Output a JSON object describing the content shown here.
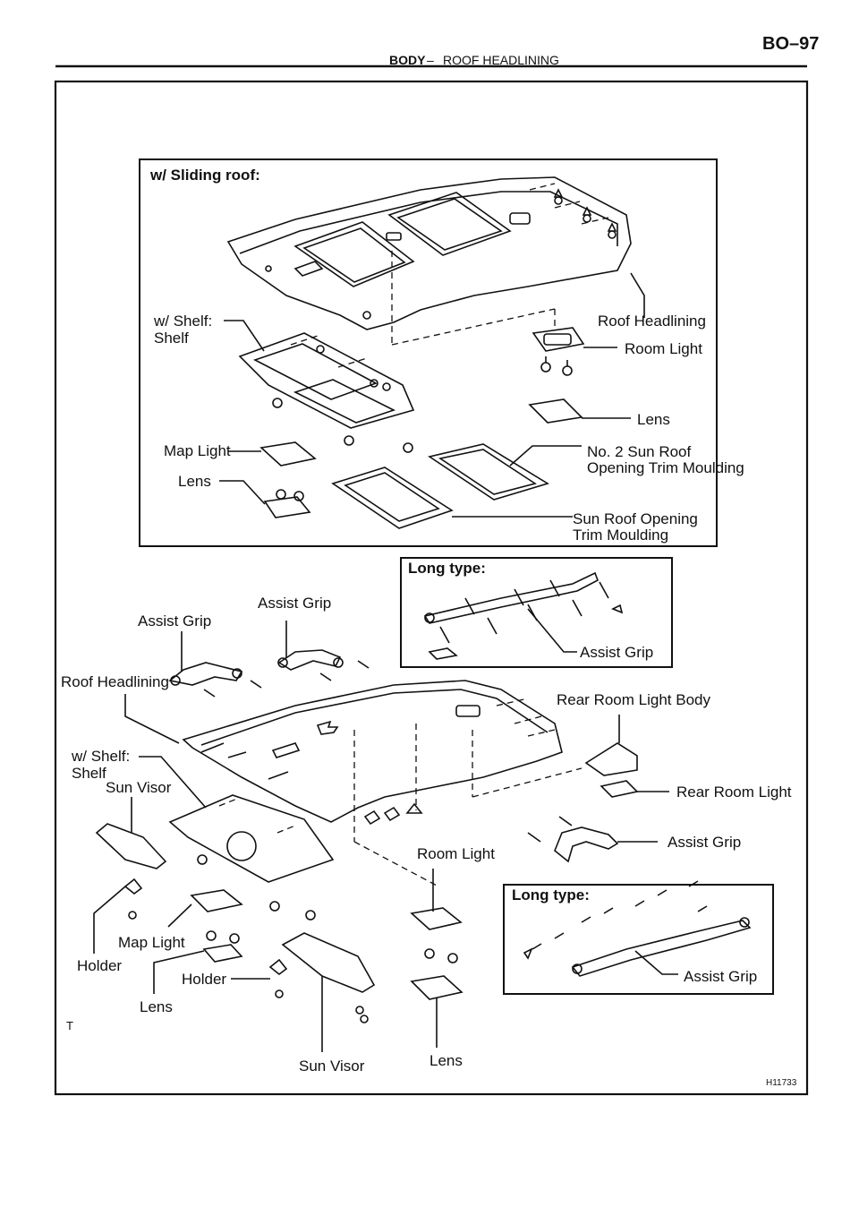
{
  "header": {
    "section": "BODY",
    "separator": "–",
    "subsection": "ROOF HEADLINING",
    "page_code": "BO–97"
  },
  "sliding_roof_box": {
    "title": "w/ Sliding roof:",
    "labels": {
      "roof_headlining": "Roof Headlining",
      "room_light": "Room Light",
      "lens_right": "Lens",
      "shelf_cond": "w/ Shelf:",
      "shelf": "Shelf",
      "map_light": "Map Light",
      "lens_left": "Lens",
      "no2_trim_l1": "No. 2 Sun Roof",
      "no2_trim_l2": "Opening Trim Moulding",
      "trim_l1": "Sun Roof Opening",
      "trim_l2": "Trim Moulding"
    }
  },
  "long_type_top": {
    "title": "Long type:",
    "assist_grip": "Assist Grip"
  },
  "lower": {
    "assist_grip_left": "Assist Grip",
    "assist_grip_mid": "Assist Grip",
    "roof_headlining": "Roof Headlining",
    "rear_room_light_body": "Rear Room Light Body",
    "shelf_cond": "w/ Shelf:",
    "shelf": "Shelf",
    "sun_visor_top": "Sun Visor",
    "rear_room_light": "Rear Room Light",
    "assist_grip_right": "Assist Grip",
    "room_light": "Room Light",
    "map_light": "Map Light",
    "holder_left": "Holder",
    "holder_mid": "Holder",
    "lens_left": "Lens",
    "sun_visor_bottom": "Sun Visor",
    "lens_bottom": "Lens",
    "t_mark": "T"
  },
  "long_type_bottom": {
    "title": "Long type:",
    "assist_grip": "Assist Grip"
  },
  "figure_code": "H11733"
}
